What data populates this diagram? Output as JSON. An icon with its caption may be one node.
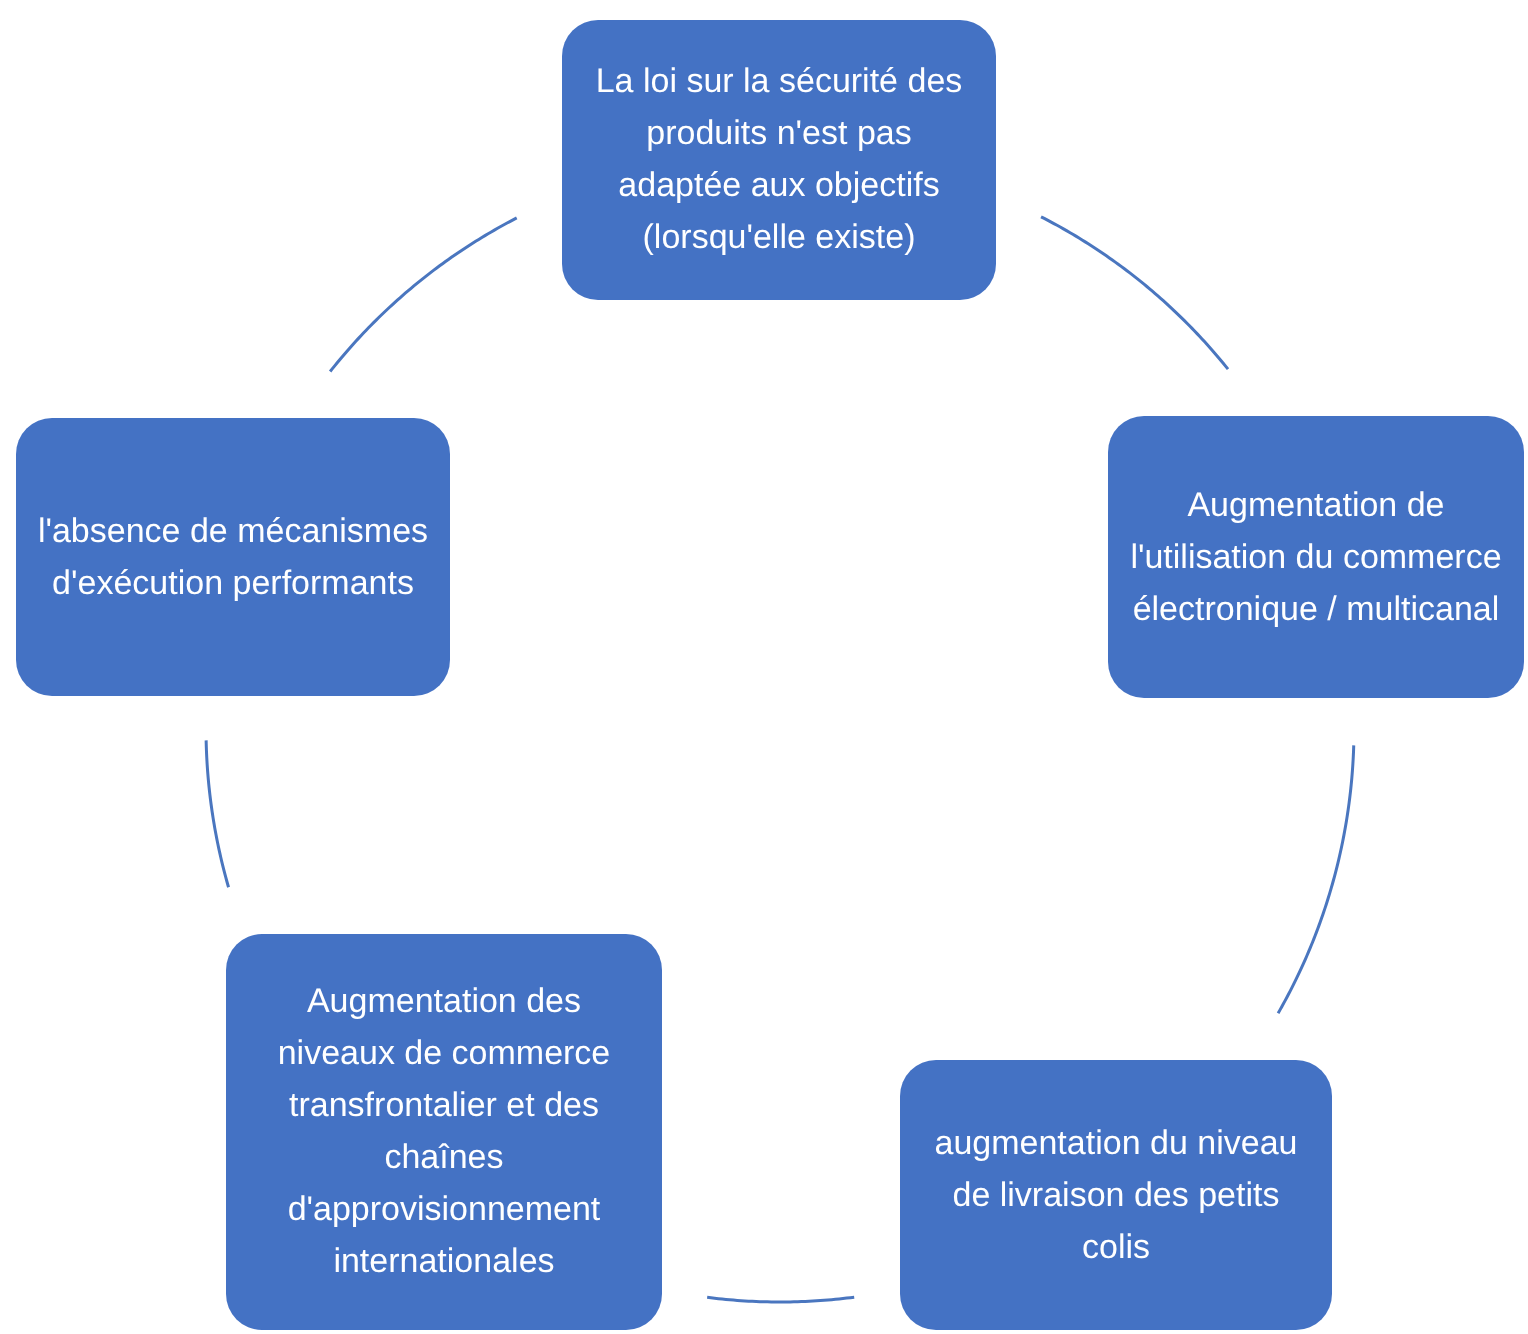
{
  "diagram": {
    "nodes": [
      {
        "text": [
          "La loi sur la sécurité des produits n'est pas adaptée aux objectifs (lorsqu'elle existe)"
        ]
      },
      {
        "text": [
          "l'absence de mécanismes d'exécution performants"
        ]
      },
      {
        "text": [
          "Augmentation de l'utilisation du commerce électronique / multicanal"
        ]
      },
      {
        "text": [
          "Augmentation des niveaux de commerce transfrontalier et des chaînes d'approvisionnement internationales"
        ]
      },
      {
        "text": [
          "augmentation du niveau de livraison des petits colis"
        ]
      }
    ],
    "edges": [
      {
        "from": 0,
        "to": 2,
        "arrow": "none"
      },
      {
        "from": 2,
        "to": 4,
        "arrow": "none"
      },
      {
        "from": 4,
        "to": 3,
        "arrow": "none"
      },
      {
        "from": 3,
        "to": 1,
        "arrow": "none"
      },
      {
        "from": 1,
        "to": 0,
        "arrow": "none"
      }
    ]
  }
}
